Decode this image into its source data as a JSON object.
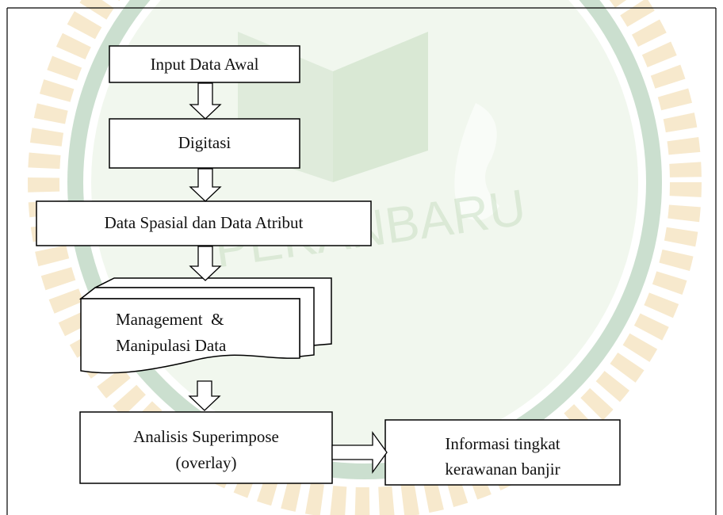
{
  "flowchart": {
    "nodes": [
      {
        "id": "input",
        "label": "Input Data Awal"
      },
      {
        "id": "digitasi",
        "label": "Digitasi"
      },
      {
        "id": "spasial",
        "label": "Data Spasial dan Data Atribut"
      },
      {
        "id": "management",
        "label_line1": "Management  &",
        "label_line2": "Manipulasi Data",
        "shape": "multi-document"
      },
      {
        "id": "analisis",
        "label_line1": "Analisis Superimpose",
        "label_line2": "(overlay)"
      },
      {
        "id": "informasi",
        "label_line1": "Informasi tingkat",
        "label_line2": "kerawanan banjir"
      }
    ],
    "edges": [
      {
        "from": "input",
        "to": "digitasi",
        "style": "block-arrow-down"
      },
      {
        "from": "digitasi",
        "to": "spasial",
        "style": "block-arrow-down"
      },
      {
        "from": "spasial",
        "to": "management",
        "style": "block-arrow-down"
      },
      {
        "from": "management",
        "to": "analisis",
        "style": "block-arrow-down"
      },
      {
        "from": "analisis",
        "to": "informasi",
        "style": "block-arrow-right"
      }
    ]
  },
  "watermark": {
    "text": "PEKANBARU",
    "colors": {
      "green": "#2f7f3f",
      "gold": "#e3b65a",
      "light_green": "#cfe4c6"
    }
  }
}
